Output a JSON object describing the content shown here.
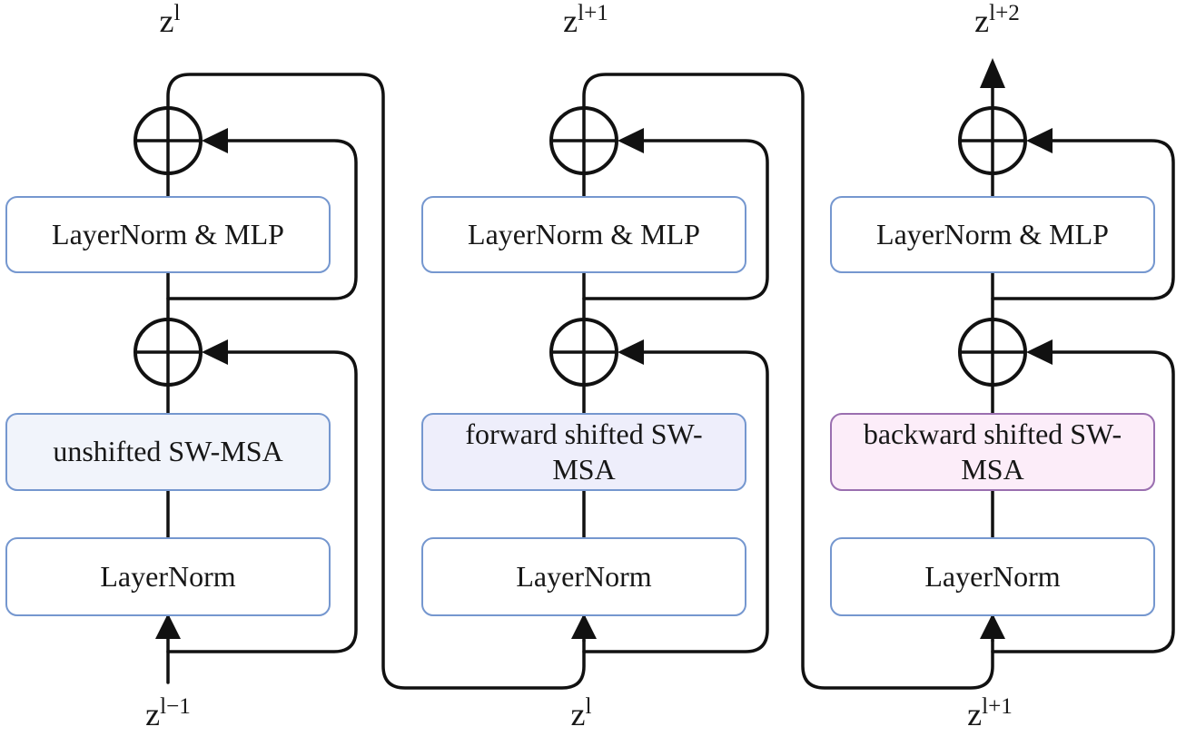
{
  "diagram": {
    "kind": "swin-transformer-successive-blocks",
    "columns": [
      {
        "top_label": {
          "base": "z",
          "sup": "l"
        },
        "bottom_label": {
          "base": "z",
          "sup": "l−1"
        },
        "boxes": {
          "mlp": "LayerNorm & MLP",
          "msa": "unshifted SW-MSA",
          "norm": "LayerNorm"
        }
      },
      {
        "top_label": {
          "base": "z",
          "sup": "l+1"
        },
        "bottom_label": {
          "base": "z",
          "sup": "l"
        },
        "boxes": {
          "mlp": "LayerNorm & MLP",
          "msa": "forward shifted SW-MSA",
          "norm": "LayerNorm"
        }
      },
      {
        "top_label": {
          "base": "z",
          "sup": "l+2"
        },
        "bottom_label": {
          "base": "z",
          "sup": "l+1"
        },
        "boxes": {
          "mlp": "LayerNorm & MLP",
          "msa": "backward shifted SW-MSA",
          "norm": "LayerNorm"
        }
      }
    ],
    "operator_symbol": "⊕"
  },
  "colors": {
    "line": "#111111",
    "text": "#171717",
    "box-fill": "#ffffff",
    "box-border-blue": "#7597cf",
    "box-border-purple": "#9a6fb0",
    "msa-unshifted-fill": "#f1f4fb",
    "msa-forward-fill": "#eeeefb",
    "msa-backward-fill": "#fcedf9"
  }
}
